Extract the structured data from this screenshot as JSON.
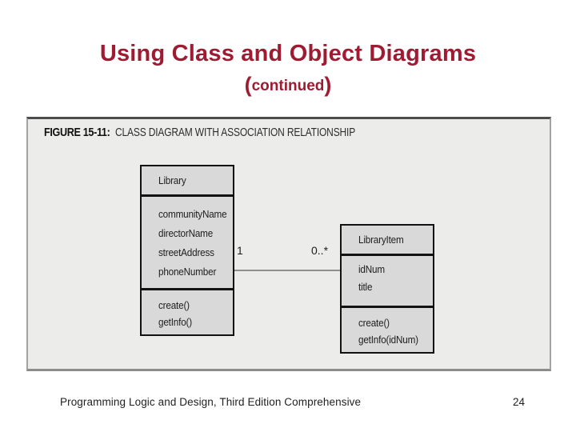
{
  "slide": {
    "title": "Using Class and Object Diagrams",
    "subtitle": {
      "open_paren": "(",
      "word": "continued",
      "close_paren": ")"
    },
    "footer": "Programming Logic and Design, Third Edition Comprehensive",
    "page_number": "24"
  },
  "figure": {
    "caption_label": "FIGURE 15-11:",
    "caption_text": "CLASS DIAGRAM WITH ASSOCIATION RELATIONSHIP"
  },
  "diagram": {
    "classes": [
      {
        "name": "Library",
        "attributes": [
          "communityName",
          "directorName",
          "streetAddress",
          "phoneNumber"
        ],
        "methods": [
          "create()",
          "getInfo()"
        ]
      },
      {
        "name": "LibraryItem",
        "attributes": [
          "idNum",
          "title"
        ],
        "methods": [
          "create()",
          "getInfo(idNum)"
        ]
      }
    ],
    "association": {
      "multiplicity_from": "1",
      "multiplicity_to": "0..*"
    }
  },
  "colors": {
    "title_accent": "#9e1b32",
    "panel_background": "#ececea",
    "class_fill": "#d9d9d9",
    "class_border": "#121212",
    "association_line": "#8f8f8f"
  }
}
